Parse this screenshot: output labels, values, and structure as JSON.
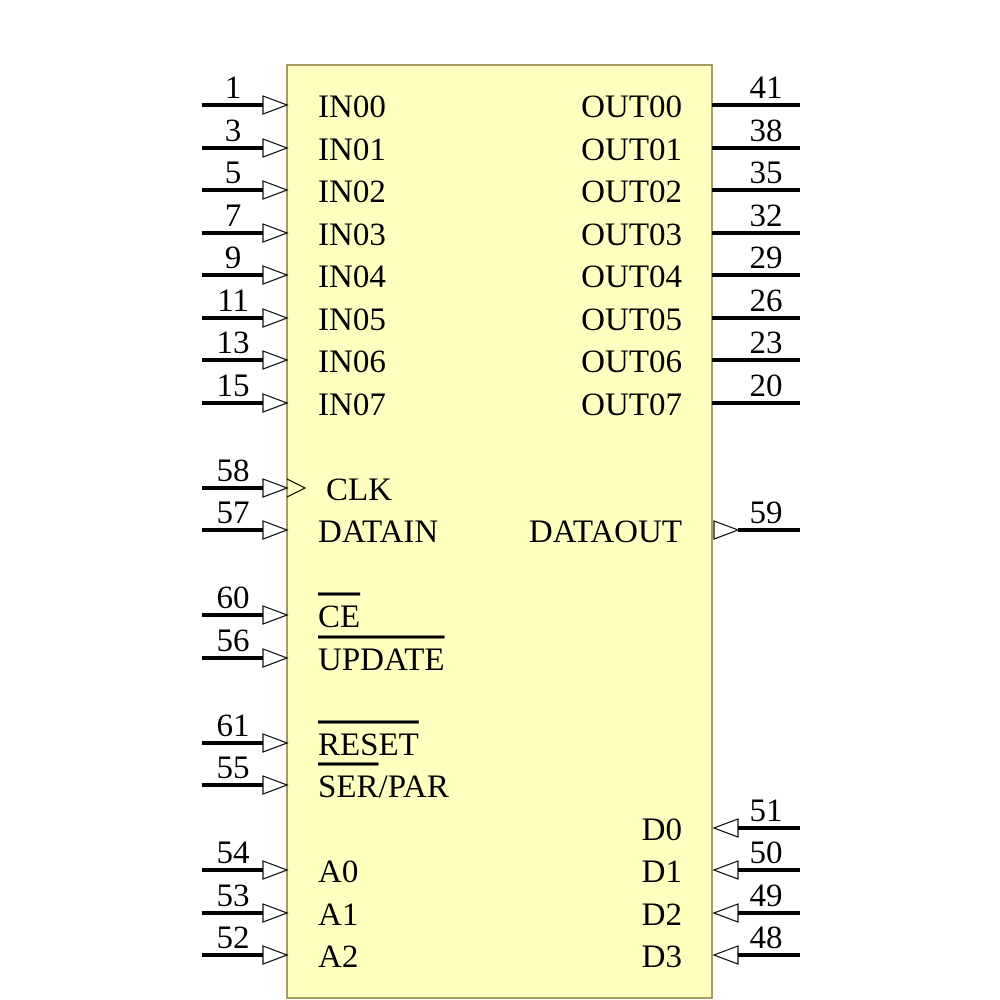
{
  "chip": {
    "fill": "#ffffc0",
    "stroke": "#8a7a3a"
  },
  "left_pins": [
    {
      "num": "1",
      "label": "IN00"
    },
    {
      "num": "3",
      "label": "IN01"
    },
    {
      "num": "5",
      "label": "IN02"
    },
    {
      "num": "7",
      "label": "IN03"
    },
    {
      "num": "9",
      "label": "IN04"
    },
    {
      "num": "11",
      "label": "IN05"
    },
    {
      "num": "13",
      "label": "IN06"
    },
    {
      "num": "15",
      "label": "IN07"
    },
    {
      "num": "58",
      "label": "CLK",
      "clock": true
    },
    {
      "num": "57",
      "label": "DATAIN"
    },
    {
      "num": "60",
      "label": "CE",
      "overbar": "CE"
    },
    {
      "num": "56",
      "label": "UPDATE",
      "overbar": "UPDATE"
    },
    {
      "num": "61",
      "label": "RESET",
      "overbar": "RESET"
    },
    {
      "num": "55",
      "label": "SER/PAR",
      "overbar": "SER"
    },
    {
      "num": "54",
      "label": "A0"
    },
    {
      "num": "53",
      "label": "A1"
    },
    {
      "num": "52",
      "label": "A2"
    }
  ],
  "right_pins": [
    {
      "num": "41",
      "label": "OUT00"
    },
    {
      "num": "38",
      "label": "OUT01"
    },
    {
      "num": "35",
      "label": "OUT02"
    },
    {
      "num": "32",
      "label": "OUT03"
    },
    {
      "num": "29",
      "label": "OUT04"
    },
    {
      "num": "26",
      "label": "OUT05"
    },
    {
      "num": "23",
      "label": "OUT06"
    },
    {
      "num": "20",
      "label": "OUT07"
    },
    {
      "num": "59",
      "label": "DATAOUT",
      "direction": "out"
    },
    {
      "num": "51",
      "label": "D0",
      "direction": "in"
    },
    {
      "num": "50",
      "label": "D1",
      "direction": "in"
    },
    {
      "num": "49",
      "label": "D2",
      "direction": "in"
    },
    {
      "num": "48",
      "label": "D3",
      "direction": "in"
    }
  ]
}
